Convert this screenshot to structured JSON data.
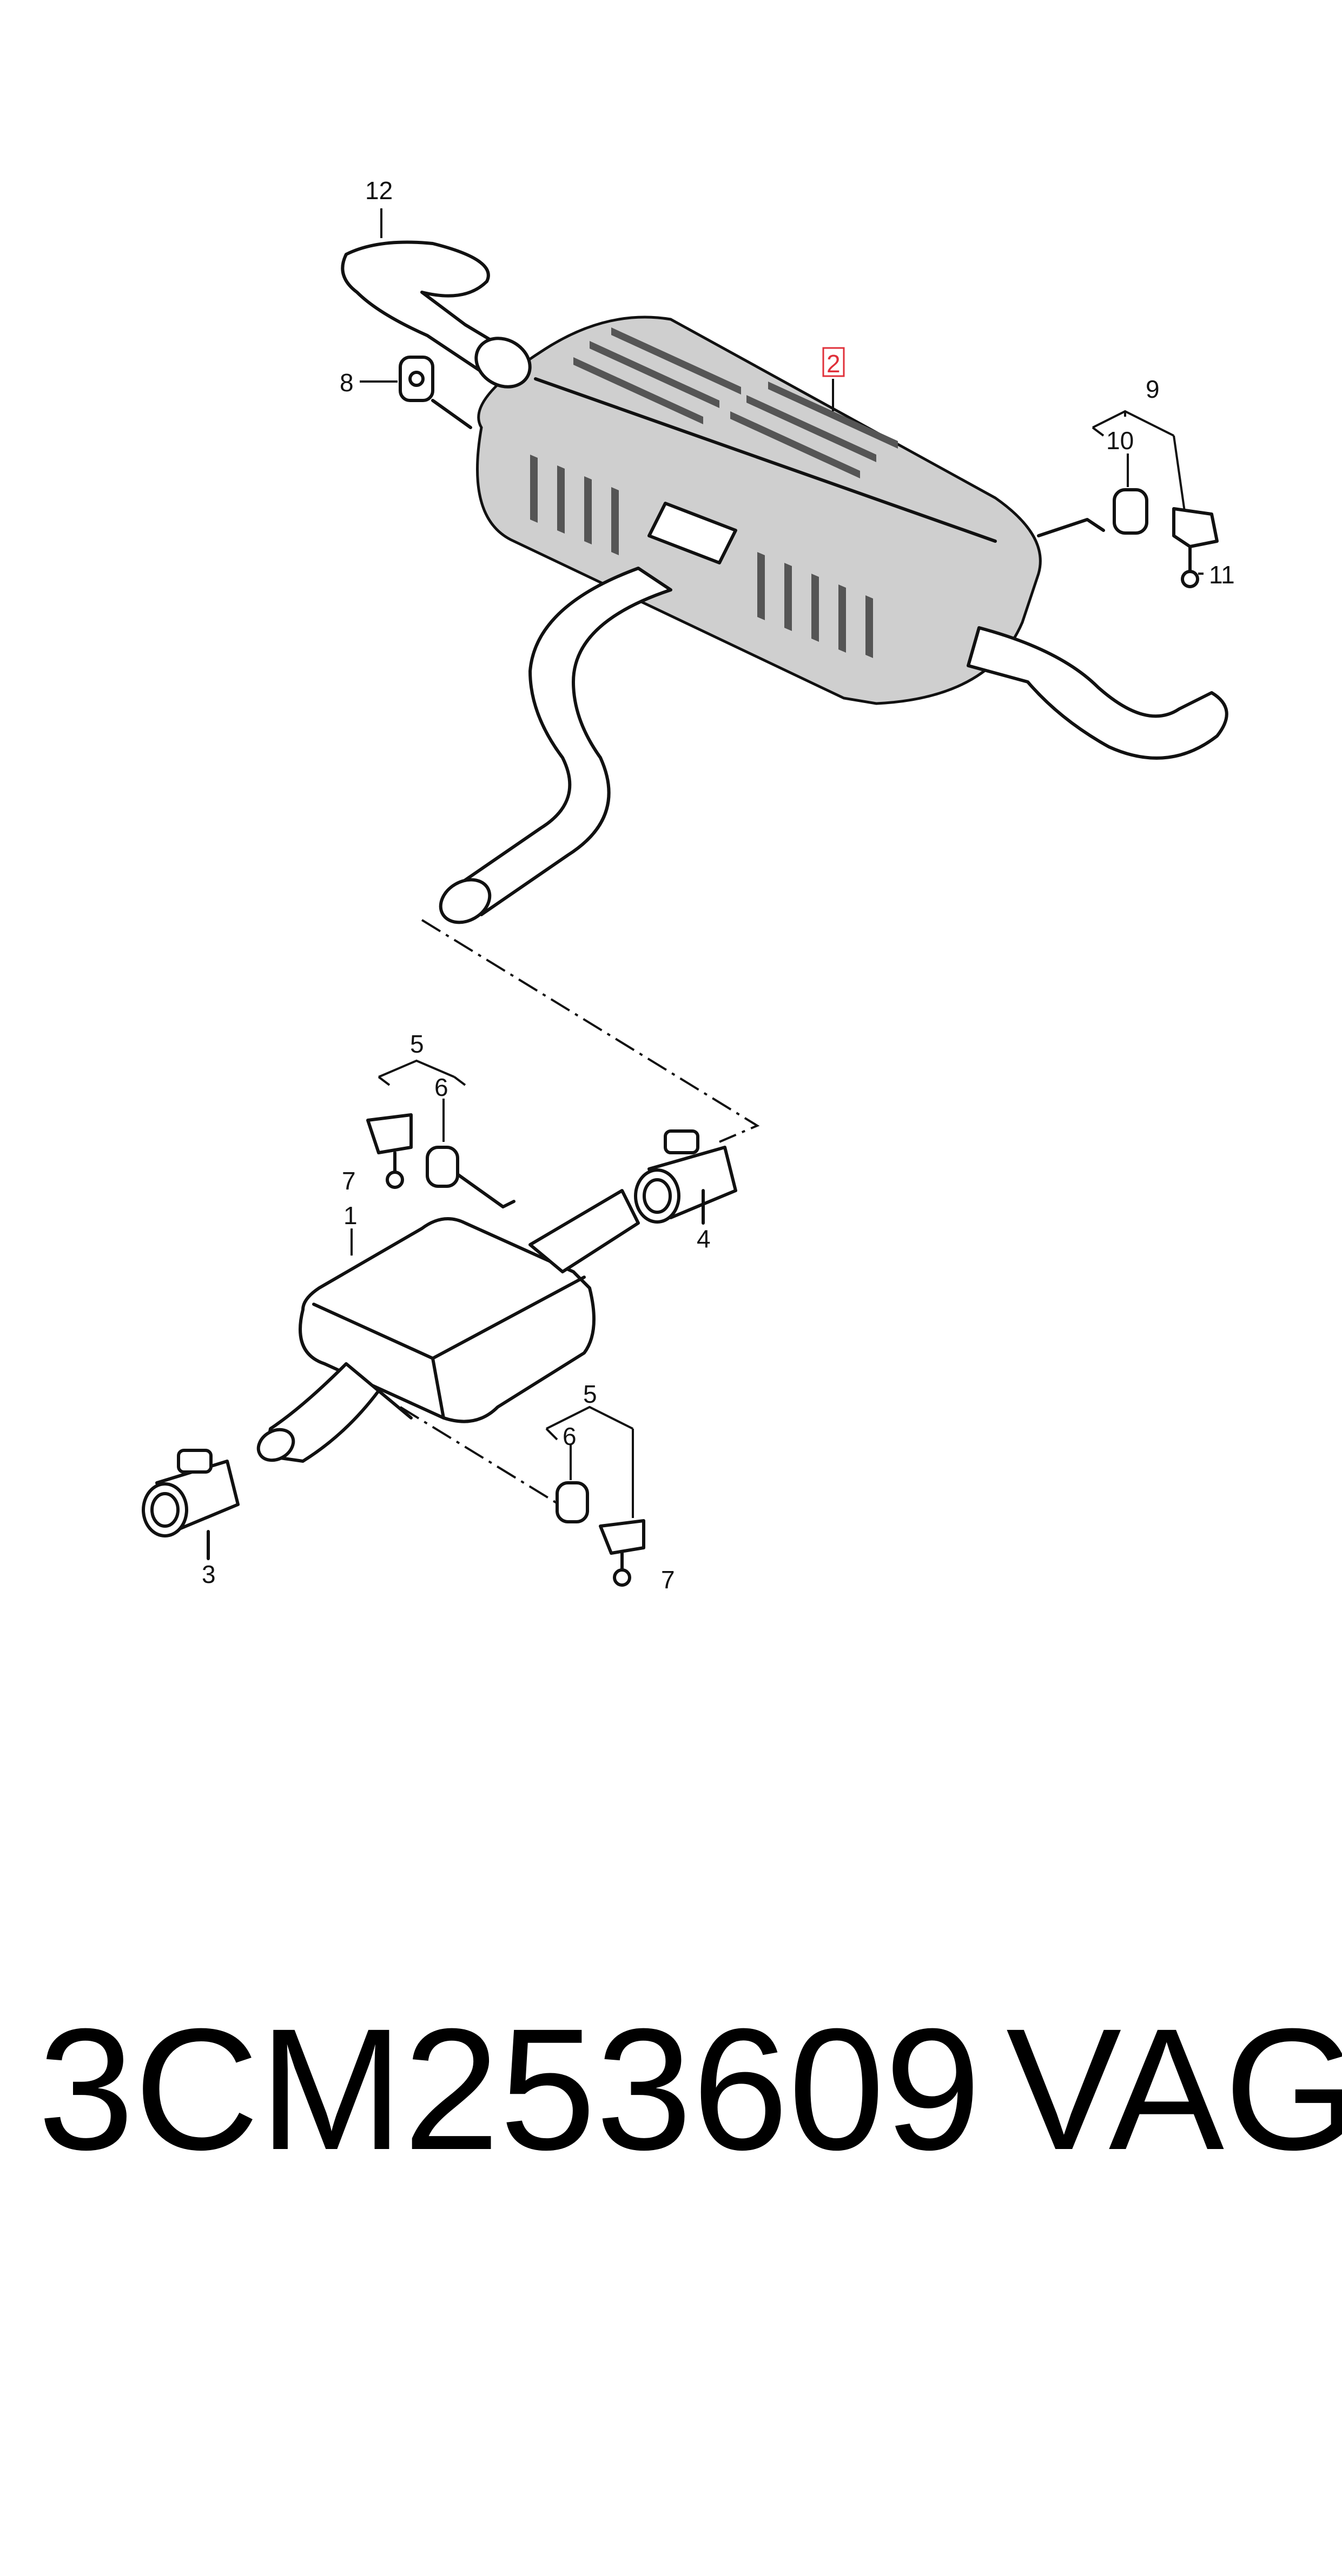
{
  "callouts": {
    "c1": "1",
    "c2": "2",
    "c3": "3",
    "c4": "4",
    "c5a": "5",
    "c5b": "5",
    "c6a": "6",
    "c6b": "6",
    "c7a": "7",
    "c7b": "7",
    "c8": "8",
    "c9": "9",
    "c10": "10",
    "c11": "11",
    "c12": "12"
  },
  "highlight_color": "#e0303a",
  "caption": {
    "part_number": "3CM253609",
    "brand": "VAG"
  }
}
